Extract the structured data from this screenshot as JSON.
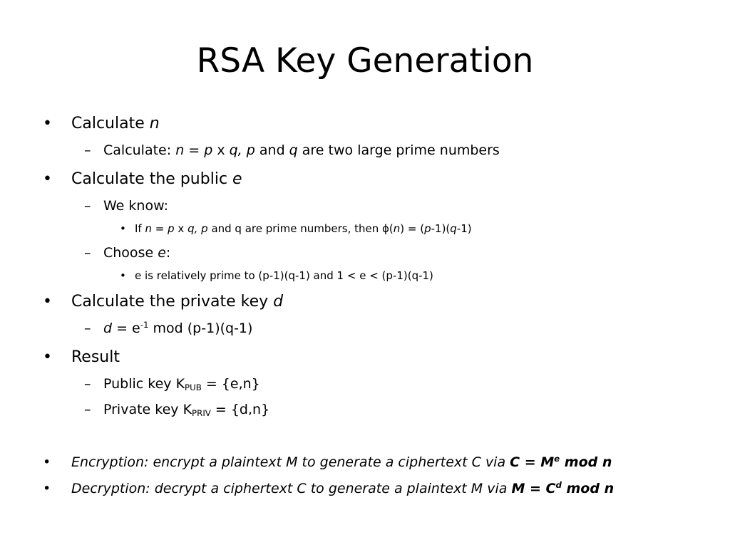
{
  "slide": {
    "title": "RSA Key Generation",
    "markers": {
      "level1": "•",
      "level2": "–",
      "level3": "•"
    },
    "b1": {
      "text": "Calculate ",
      "var": "n"
    },
    "b1a": {
      "p1": "Calculate: ",
      "n": "n",
      "p2": " = ",
      "p": "p",
      "p3": " x ",
      "q": "q,",
      "p4": " ",
      "p_b": "p",
      "p5": " and ",
      "q_b": "q",
      "p6": " are two large prime numbers"
    },
    "b2": {
      "text": "Calculate the public ",
      "var": "e"
    },
    "b2a": {
      "text": "We know:"
    },
    "b2a1": {
      "p1": "If ",
      "n": "n",
      "p2": " = ",
      "p": "p",
      "p3": " x ",
      "q": "q,",
      "p4": " ",
      "p_b": "p",
      "p5": " and q are prime numbers, then ",
      "phi": "ϕ",
      "p6": "(",
      "n_b": "n",
      "p7": ") = (",
      "p_c": "p",
      "p8": "-1)(",
      "q_b": "q",
      "p9": "-1)"
    },
    "b2b": {
      "text": "Choose ",
      "var": "e",
      "suffix": ":"
    },
    "b2b1": {
      "text": "e is relatively prime to (p-1)(q-1) and 1 < e < (p-1)(q-1)"
    },
    "b3": {
      "text": "Calculate the private key ",
      "var": "d"
    },
    "b3a": {
      "var": "d",
      "p1": " = e",
      "sup": "-1",
      "p2": " mod (p-1)(q-1)"
    },
    "b4": {
      "text": "Result"
    },
    "b4a": {
      "text": "Public key K",
      "sub": "PUB",
      "suffix": " = {e,n}"
    },
    "b4b": {
      "text": "Private key K",
      "sub": "PRIV",
      "suffix": " = {d,n}"
    },
    "b5": {
      "text": "Encryption: encrypt a plaintext M to generate a ciphertext C via ",
      "formula": "C = M",
      "sup": "e",
      "formula_tail": " mod n"
    },
    "b6": {
      "text": "Decryption: decrypt a ciphertext C to generate a plaintext M via ",
      "formula": "M = C",
      "sup": "d",
      "formula_tail": " mod n"
    }
  }
}
